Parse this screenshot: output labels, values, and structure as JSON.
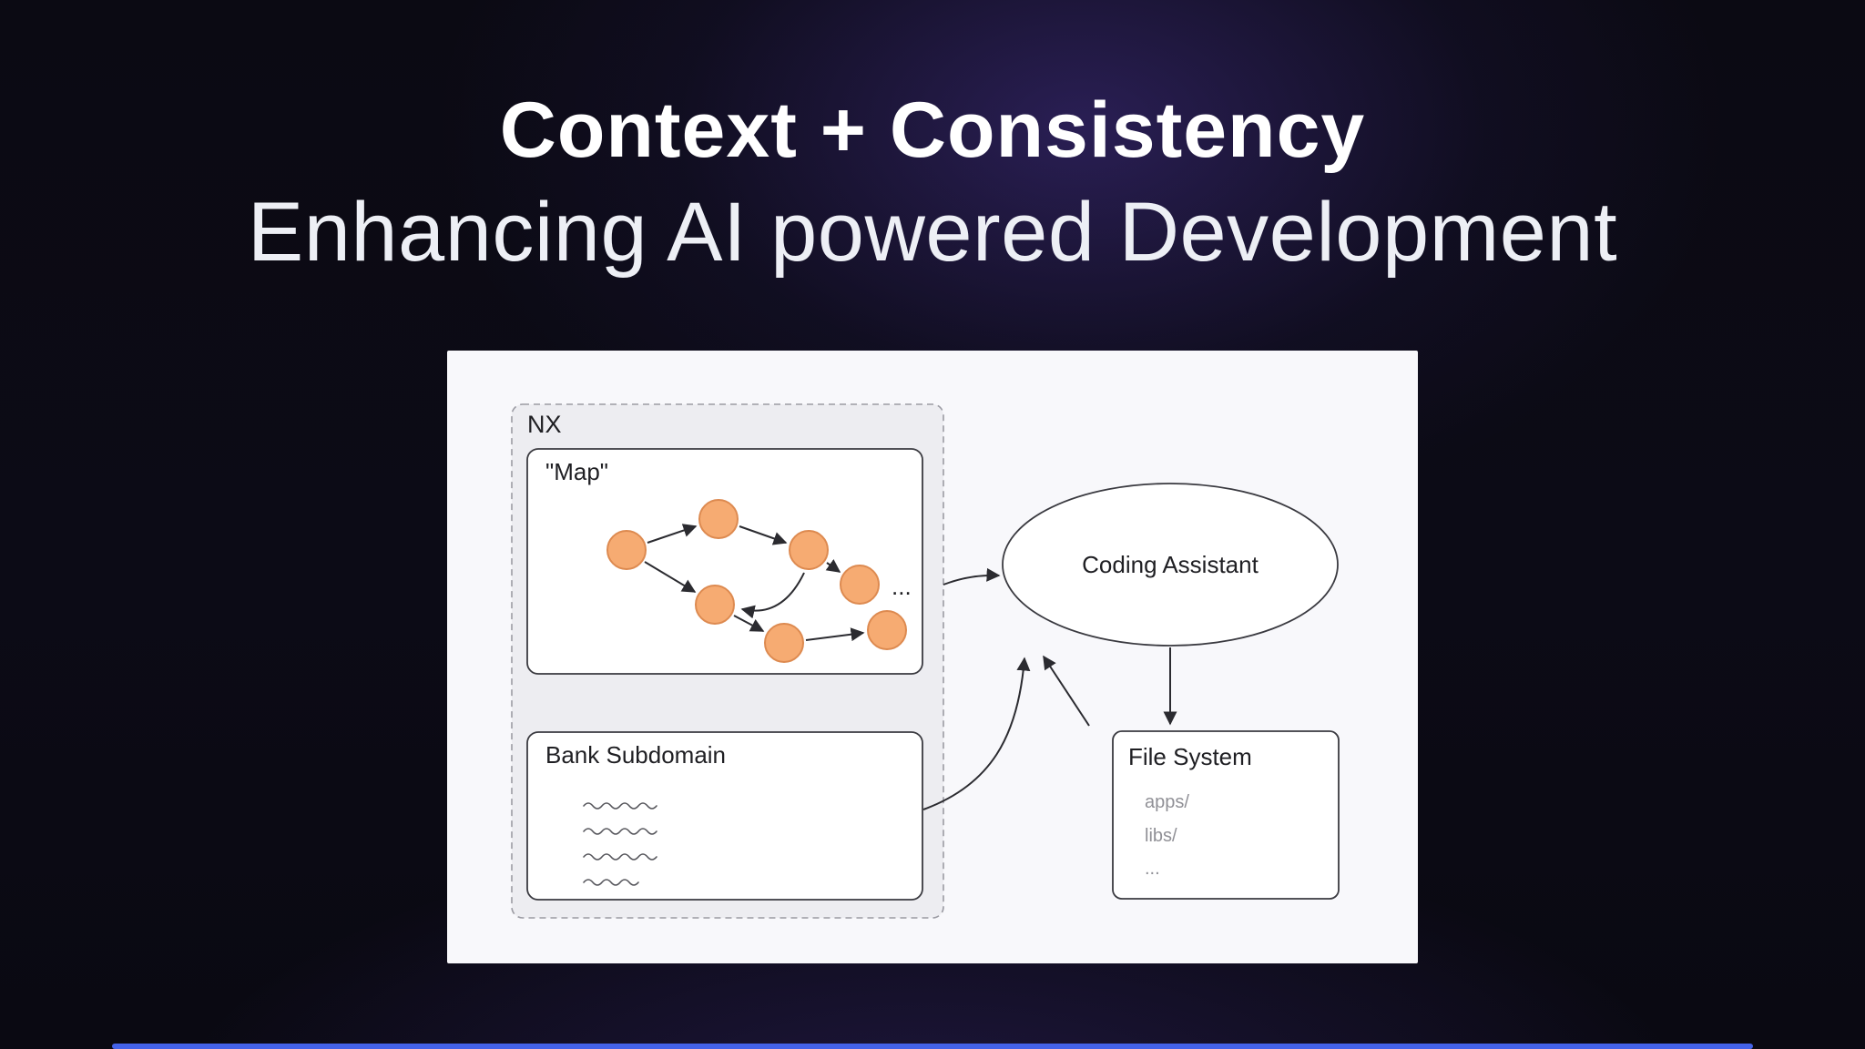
{
  "slide": {
    "title": "Context + Consistency",
    "subtitle": "Enhancing AI powered Development"
  },
  "diagram": {
    "nx": {
      "label": "NX"
    },
    "map": {
      "label": "\"Map\"",
      "ellipsis": "...",
      "node_fill": "#F6AB72",
      "node_border": "#DD8A50",
      "node_count": 7
    },
    "bank": {
      "label": "Bank Subdomain"
    },
    "assistant": {
      "label": "Coding Assistant"
    },
    "filesystem": {
      "label": "File System",
      "items": [
        "apps/",
        "libs/",
        "..."
      ]
    }
  },
  "colors": {
    "background": "#0B0A13",
    "glow_purple": "#5C40BE",
    "panel": "#F8F8FB",
    "accent_bar": "#4462E8",
    "node_orange": "#F6AB72"
  }
}
